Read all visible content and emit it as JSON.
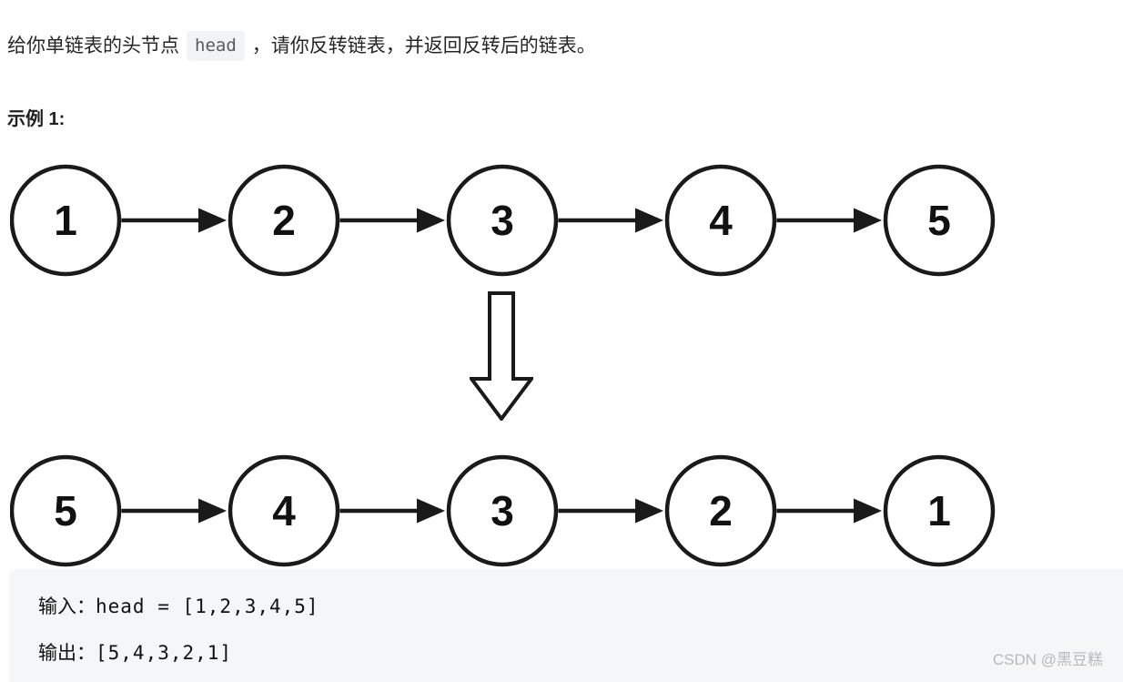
{
  "problem": {
    "text_before_code": "给你单链表的头节点",
    "inline_code": "head",
    "text_after_code": "，请你反转链表，并返回反转后的链表。"
  },
  "example_label": "示例 1:",
  "diagram": {
    "type": "linked-list-transformation",
    "rows": [
      {
        "name": "original-list",
        "values": [
          "1",
          "2",
          "3",
          "4",
          "5"
        ]
      },
      {
        "name": "reversed-list",
        "values": [
          "5",
          "4",
          "3",
          "2",
          "1"
        ]
      }
    ],
    "transform_icon": "down-arrow"
  },
  "console": {
    "input_label": "输入：",
    "input_value": "head = [1,2,3,4,5]",
    "output_label": "输出：",
    "output_value": "[5,4,3,2,1]"
  },
  "watermark": "CSDN @黑豆糕",
  "colors": {
    "text_color": "#262626",
    "diagram_stroke": "#1a1a1a",
    "code_block_bg": "#f5f6f7",
    "inline_code_bg": "#f2f3f4",
    "watermark_color": "#b4b9c0"
  }
}
